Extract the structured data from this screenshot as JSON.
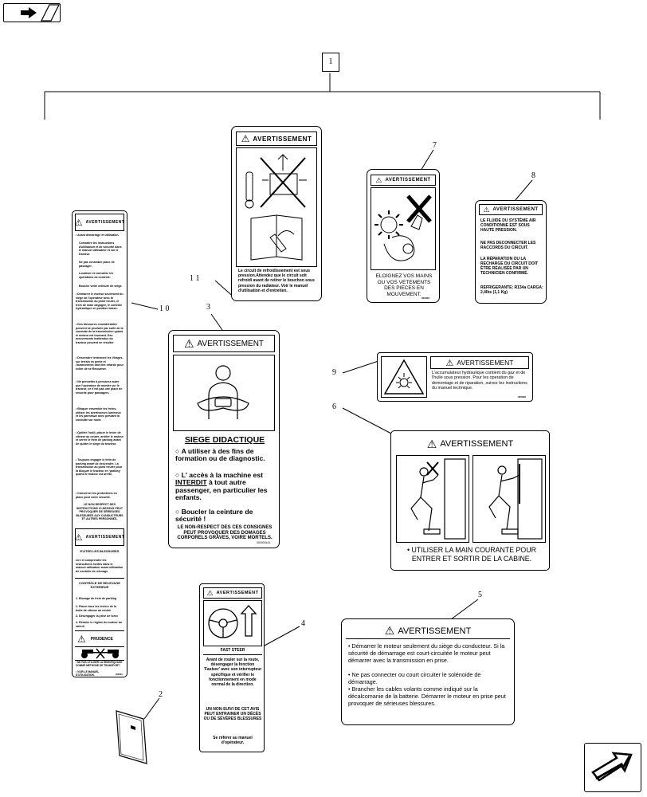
{
  "callouts": {
    "c1": "1",
    "c2": "2",
    "c3": "3",
    "c4": "4",
    "c5": "5",
    "c6": "6",
    "c7": "7",
    "c8": "8",
    "c9": "9",
    "c10": "1 0",
    "c11": "1 1"
  },
  "warning_word": "AVERTISSEMENT",
  "decal11": {
    "text": "Le circuit de refroidissement est sous pression.Attendez que le circuit soit refroidi avant de retirer le bouchon sous pression du radiateur. Voir le manuel d'utilisation et d'entretien."
  },
  "decal7": {
    "text": "ELOIGNEZ VOS MAINS OU VOS VETEMENTS DES PIECES EN MOUVEMENT.",
    "code": "000000"
  },
  "decal8": {
    "p1": "LE FLUIDE DU SYSTÈME AIR CONDITIONNE EST SOUS HAUTE PRESSION.",
    "p2": "NE PAS DECONNECTER LES RACCORDS DU CIRCUIT.",
    "p3": "LA RÉPARATION OU LA RECHARGE DU CIRCUIT DOIT ÊTRE RÉALISÉE PAR UN TECHNICIEN CONFIRMÉ.",
    "p4": "REFRIGERANTE: R134a CARGA: 2,4lbs (1,1 Kg)"
  },
  "decal10": {
    "s1": "• Avant démarrage et utilisation.",
    "s2": "Connaître les instructions d'utilisation et de sécurité dans le manuel utilisateur et sur le tracteur.",
    "s3": "Ne pas ornamber place de passager.",
    "s4": "Localiser et connaître les opérations de contrôle.",
    "s5": "Boucler votre ceinture de siège.",
    "s6": "• Démarrer le moteur seulement du siège de l'opérateur avec la transmission au point neutre, le frein de main dégagée, le contrôle hydraulique en position basse.",
    "s7": "• Des blessures considérables peuvent se produire par suite de la conduite de la transmission quand le moteur est tournant. Des mouvements inattendus du tracteur peuvent en résulter.",
    "s8": "• Descendre lentement les Virages, sur terrain en pente et l'avancement doit être retardé pour éviter de se Retourner.",
    "s9": "• Ne permettre à personne autre que l'opérateur de monter sur le tracteur, ce n'est pas une place de sécurité pour passagers.",
    "s10": "• Bloquer ensemble les freins, utiliser les avertisseurs lumineux et les panneaux avec pendant la conduite sur route.",
    "s11": "• Quitter l'outil, placer le levier de vitesse au neutre, arrêter le moteur et serrer le frein de parking avant de quitter le siège du tracteur.",
    "s12": "• Toujours engager le frein de parking avant de descendre. La transmission au point neutre pour la bloquer le tracteur en 'parking' quand le moteur est arrêté.",
    "s13": "• Conserver les protections en place pour votre sécurité.",
    "s14": "LE NON RESPECT DES INSTRUCTIONS CI-DESSUS PEUT PROVOQUER DE SÉRIEUSES BLESSURES AUX CONDUCTEURS ET AUTRES PERSONNES.",
    "s15": "EVITER LES BLESSURES",
    "s16": "Lire et comprendre les instructions écrites dans le manuel utilisateur avant utilisation de contrôle de relevage.",
    "s17": "CONTRÔLE DE RELEVAGE EXTERIEUR",
    "s18": "1. Blocage de frein de parking",
    "s19": "2. Placer tous les leviers de la boîte de vitesse au neutre",
    "s20": "3. Désengager la prise de force",
    "s21": "4. Réduire le régime du moteur au ralenti",
    "s22": "PRUDENCE",
    "s23": "• NE PAS UTILISER LA REMORQUAGE COMME METHODE DE TRANSPORT",
    "s24": "• VOIR LE MANUEL D'UTILISATION.",
    "code": "000000"
  },
  "decal3": {
    "title": "SIEGE DIDACTIQUE",
    "b1": "A utiliser à des fins de formation ou de diagnostic.",
    "b2a": "L' accès à la machine est ",
    "b2b": "INTERDIT",
    "b2c": " à tout autre passenger, en particulier les enfants.",
    "b3": "Boucler la ceinture de sécurité !",
    "warn": "LE NON-RESPECT DES CES CONSIGNES PEUT PROVOQUER DES DOMAGES CORPORELS GRAVES, VOIRE MORTELS.",
    "code": "000000441"
  },
  "decal9": {
    "text": "L'accumulateur hydraulique contient du gaz et de l'huile sous pression. Pour les operation de demontage et de riparation, suivez les instructions du manuel technique.",
    "code": "000000"
  },
  "decal6": {
    "text": "• UTILISER LA MAIN COURANTE POUR ENTRER ET SORTIR DE LA CABINE."
  },
  "decal4": {
    "label": "FAST STEER",
    "t1": "Avant de rouler sur la route, désengager la fonction 'Fasteer' avec son interrupteur spécifique et vérifier le fonctionnement en mode normal de la direction.",
    "t2": "UN NON-SUIVI DE CET AVIS PEUT ENTRAINER UN DÉCÈS OU DE SÉVÈRES BLESSURES",
    "t3": "Se référer au manuel d'opérateur."
  },
  "decal5": {
    "b1": "Démarrer le moteur seulement du siège du conducteur. Si la sécurité de démarrage est court-circuitée le moteur peut démarrer avec la transmission en prise.",
    "b2": "Ne pas connecter ou court circuiter le solénoide de démarrage.",
    "b3": "Brancher les cables volants comme indiqué sur la décalcomanie de la batterie. Démarrer le moteur en prise peut provoquer de sérieuses blessures."
  }
}
